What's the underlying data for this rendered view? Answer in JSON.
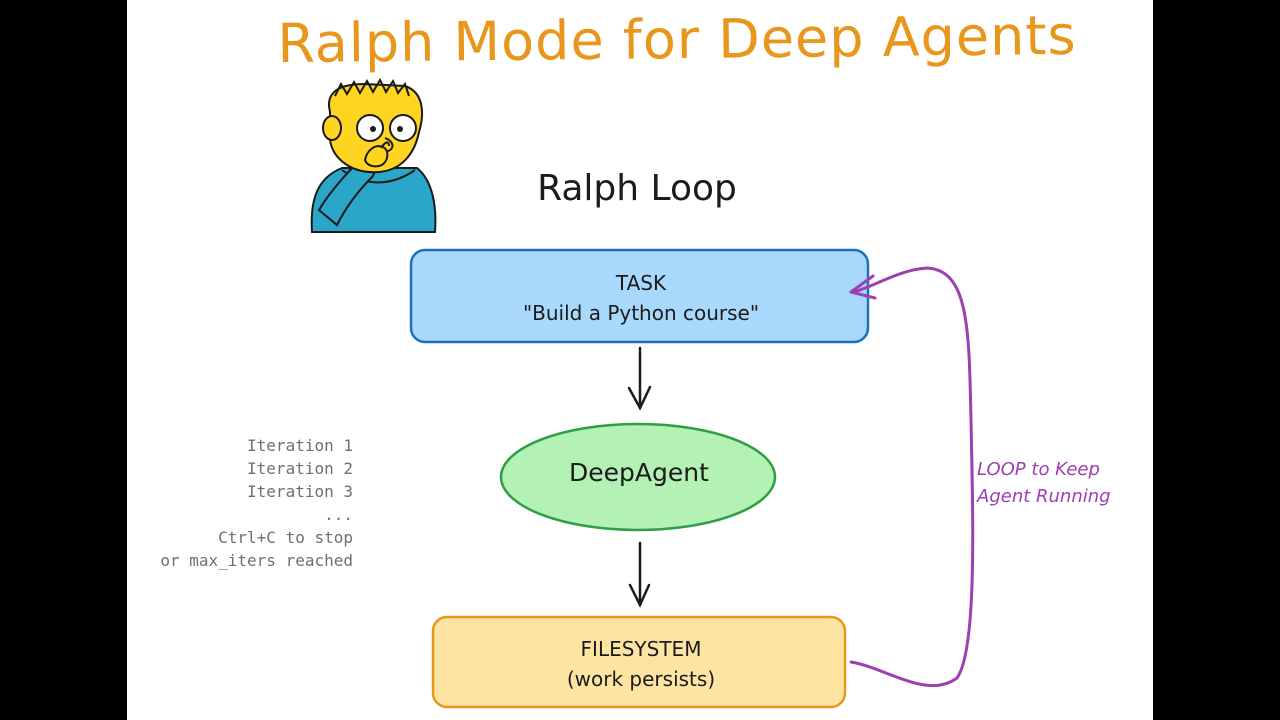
{
  "title": "Ralph Mode for Deep Agents",
  "subtitle": "Ralph Loop",
  "nodes": {
    "task": {
      "line1": "TASK",
      "line2": "\"Build a Python course\""
    },
    "agent": {
      "label": "DeepAgent"
    },
    "filesystem": {
      "line1": "FILESYSTEM",
      "line2": "(work persists)"
    }
  },
  "iterations": [
    "Iteration 1",
    "Iteration 2",
    "Iteration 3",
    "...",
    "Ctrl+C to stop",
    "or max_iters reached"
  ],
  "loop_label": {
    "line1": "LOOP to Keep",
    "line2": "Agent Running"
  },
  "colors": {
    "title": "#e8961c",
    "task_fill": "#a8d8fb",
    "task_stroke": "#1f6fbf",
    "agent_fill": "#b3f1b5",
    "agent_stroke": "#2f9e44",
    "fs_fill": "#fde4a3",
    "fs_stroke": "#e8961c",
    "loop": "#9b3fb3"
  }
}
